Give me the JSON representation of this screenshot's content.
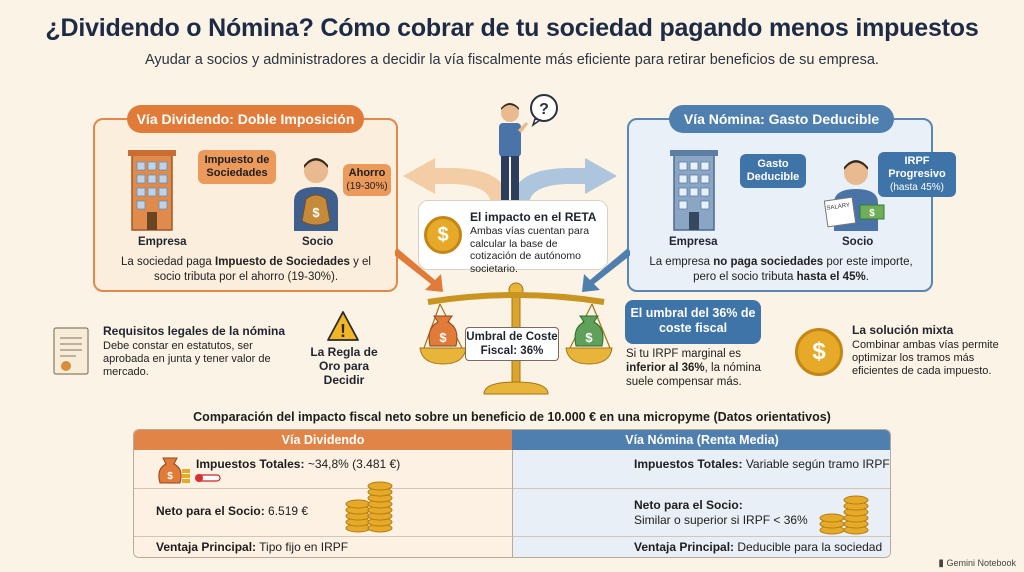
{
  "header": {
    "title": "¿Dividendo o Nómina? Cómo cobrar de tu sociedad pagando menos impuestos",
    "subtitle": "Ayudar a socios y administradores a decidir la vía fiscalmente más eficiente para retirar beneficios de su empresa."
  },
  "left_panel": {
    "title": "Vía Dividendo: Doble Imposición",
    "callout_tax": "Impuesto de Sociedades",
    "callout_savings": "Ahorro",
    "callout_savings_range": "(19-30%)",
    "label_company": "Empresa",
    "label_partner": "Socio",
    "text_part1": "La sociedad paga ",
    "text_bold": "Impuesto de Sociedades",
    "text_part2": " y el socio tributa por el ahorro (19-30%)."
  },
  "right_panel": {
    "title": "Vía Nómina: Gasto Deducible",
    "callout_expense": "Gasto Deducible",
    "callout_irpf": "IRPF Progresivo",
    "callout_irpf_range": "(hasta 45%)",
    "label_company": "Empresa",
    "label_partner": "Socio",
    "salary_tag": "SALARY",
    "text_part1": "La empresa ",
    "text_bold1": "no paga sociedades",
    "text_part2": " por este importe, pero el socio tributa ",
    "text_bold2": "hasta el 45%",
    "text_part3": "."
  },
  "center": {
    "question_mark": "?",
    "reta_title": "El impacto en el RETA",
    "reta_text": "Ambas vías cuentan para calcular la base de cotización de autónomo societario.",
    "scale_label": "Umbral de Coste Fiscal: 36%",
    "coin_symbol": "$"
  },
  "left_notes": {
    "legal_title": "Requisitos legales de la nómina",
    "legal_text": "Debe constar en estatutos, ser aprobada en junta y tener valor de mercado.",
    "warning_symbol": "!",
    "golden_rule": "La Regla de Oro para Decidir"
  },
  "right_notes": {
    "threshold_title": "El umbral del 36% de coste fiscal",
    "threshold_part1": "Si tu IRPF marginal es ",
    "threshold_bold": "inferior al 36%",
    "threshold_part2": ", la nómina suele compensar más.",
    "mixed_title": "La solución mixta",
    "mixed_text": "Combinar ambas vías permite optimizar los tramos más eficientes de cada impuesto."
  },
  "table": {
    "title": "Comparación del impacto fiscal neto sobre un beneficio de 10.000 € en una micropyme (Datos orientativos)",
    "col_left": "Vía Dividendo",
    "col_right": "Vía Nómina (Renta Media)",
    "rows": [
      {
        "label": "Impuestos Totales:",
        "left": "~34,8% (3.481 €)",
        "right": "Variable según tramo IRPF"
      },
      {
        "label": "Neto para el Socio:",
        "left": "6.519 €",
        "right": "Similar o superior si IRPF < 36%"
      },
      {
        "label": "Ventaja Principal:",
        "left": "Tipo fijo en IRPF",
        "right": "Deducible para la sociedad"
      }
    ]
  },
  "footer": "Gemini Notebook",
  "colors": {
    "orange": "#e07b3a",
    "blue": "#4f7fae",
    "gold": "#e6a928",
    "background": "#fbf3e6"
  }
}
